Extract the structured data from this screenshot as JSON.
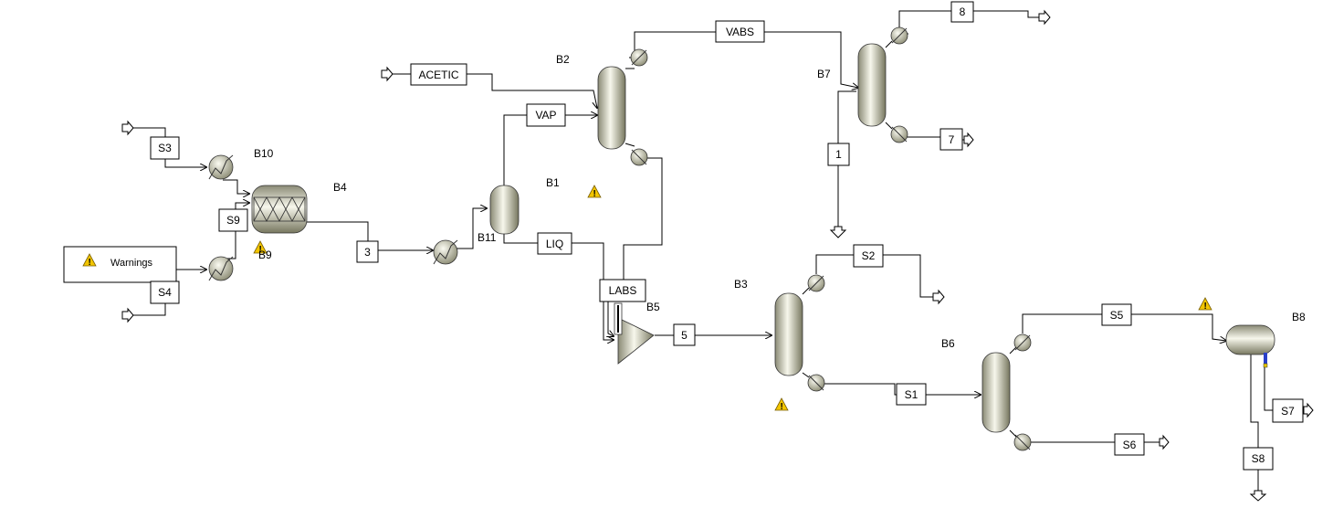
{
  "colors": {
    "line": "#000000",
    "warning": "#f2c500",
    "equipment": "#d9d9c4"
  },
  "warnings_box": {
    "label": "Warnings"
  },
  "streams": {
    "ACETIC": "ACETIC",
    "VAP": "VAP",
    "VABS": "VABS",
    "LIQ": "LIQ",
    "LABS": "LABS",
    "S3": "S3",
    "S9": "S9",
    "S4": "S4",
    "s3num": "3",
    "s5num": "5",
    "s1num": "1",
    "s8num": "8",
    "s7num": "7",
    "S2": "S2",
    "S1": "S1",
    "S5": "S5",
    "S6": "S6",
    "S7": "S7",
    "S8": "S8"
  },
  "blocks": {
    "B1": "B1",
    "B2": "B2",
    "B3": "B3",
    "B4": "B4",
    "B5": "B5",
    "B6": "B6",
    "B7": "B7",
    "B8": "B8",
    "B9": "B9",
    "B10": "B10",
    "B11": "B11"
  },
  "icons": [
    "warning-icon",
    "feed-arrow-icon",
    "heat-exchanger-icon",
    "column-icon",
    "reactor-icon",
    "flash-drum-icon",
    "compressor-icon",
    "decanter-icon"
  ]
}
